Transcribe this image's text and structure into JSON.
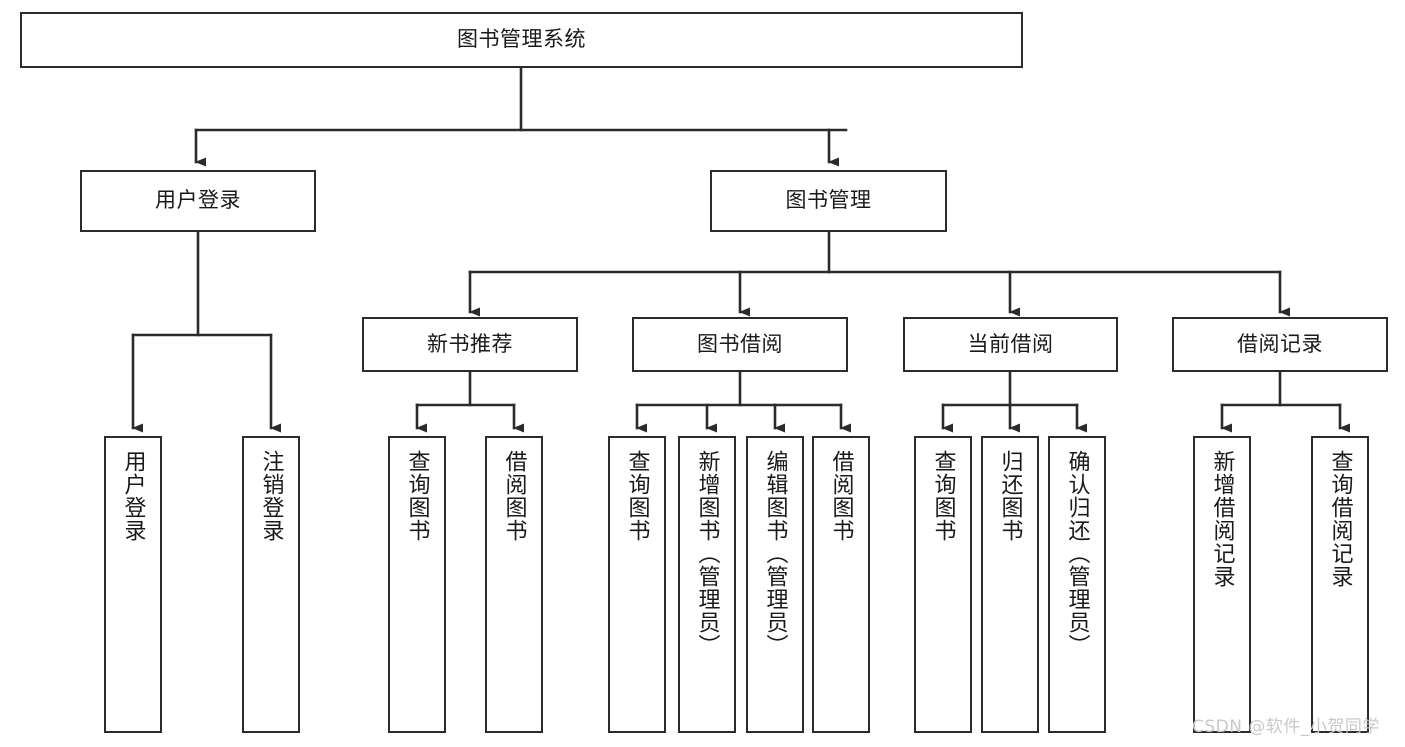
{
  "diagram": {
    "title": "图书管理系统",
    "type": "tree-hierarchy-diagram",
    "colors": {
      "box_border": "#2b2b2b",
      "box_fill": "#ffffff",
      "connector": "#2b2b2b",
      "text": "#1a1a1a",
      "watermark": "#c9c9c9",
      "background": "#ffffff"
    },
    "root": {
      "label": "图书管理系统"
    },
    "level2": [
      {
        "id": "user-login",
        "label": "用户登录"
      },
      {
        "id": "book-management",
        "label": "图书管理"
      }
    ],
    "level3": [
      {
        "id": "new-book-recommend",
        "label": "新书推荐",
        "parent": "book-management"
      },
      {
        "id": "book-borrow",
        "label": "图书借阅",
        "parent": "book-management"
      },
      {
        "id": "current-borrow",
        "label": "当前借阅",
        "parent": "book-management"
      },
      {
        "id": "borrow-record",
        "label": "借阅记录",
        "parent": "book-management"
      }
    ],
    "leaves": {
      "user_login": [
        {
          "id": "leaf-user-login",
          "label": "用户登录"
        },
        {
          "id": "leaf-user-logout",
          "label": "注销登录"
        }
      ],
      "new_book_recommend": [
        {
          "id": "leaf-query-book-1",
          "label": "查询图书"
        },
        {
          "id": "leaf-borrow-book-1",
          "label": "借阅图书"
        }
      ],
      "book_borrow": [
        {
          "id": "leaf-query-book-2",
          "label": "查询图书"
        },
        {
          "id": "leaf-add-book",
          "label": "新增图书（管理员）"
        },
        {
          "id": "leaf-edit-book",
          "label": "编辑图书（管理员）"
        },
        {
          "id": "leaf-borrow-book-2",
          "label": "借阅图书"
        }
      ],
      "current_borrow": [
        {
          "id": "leaf-query-book-3",
          "label": "查询图书"
        },
        {
          "id": "leaf-return-book",
          "label": "归还图书"
        },
        {
          "id": "leaf-confirm-return",
          "label": "确认归还（管理员）"
        }
      ],
      "borrow_record": [
        {
          "id": "leaf-add-record",
          "label": "新增借阅记录"
        },
        {
          "id": "leaf-query-record",
          "label": "查询借阅记录"
        }
      ]
    },
    "watermark": "CSDN @软件_小贺同学"
  }
}
